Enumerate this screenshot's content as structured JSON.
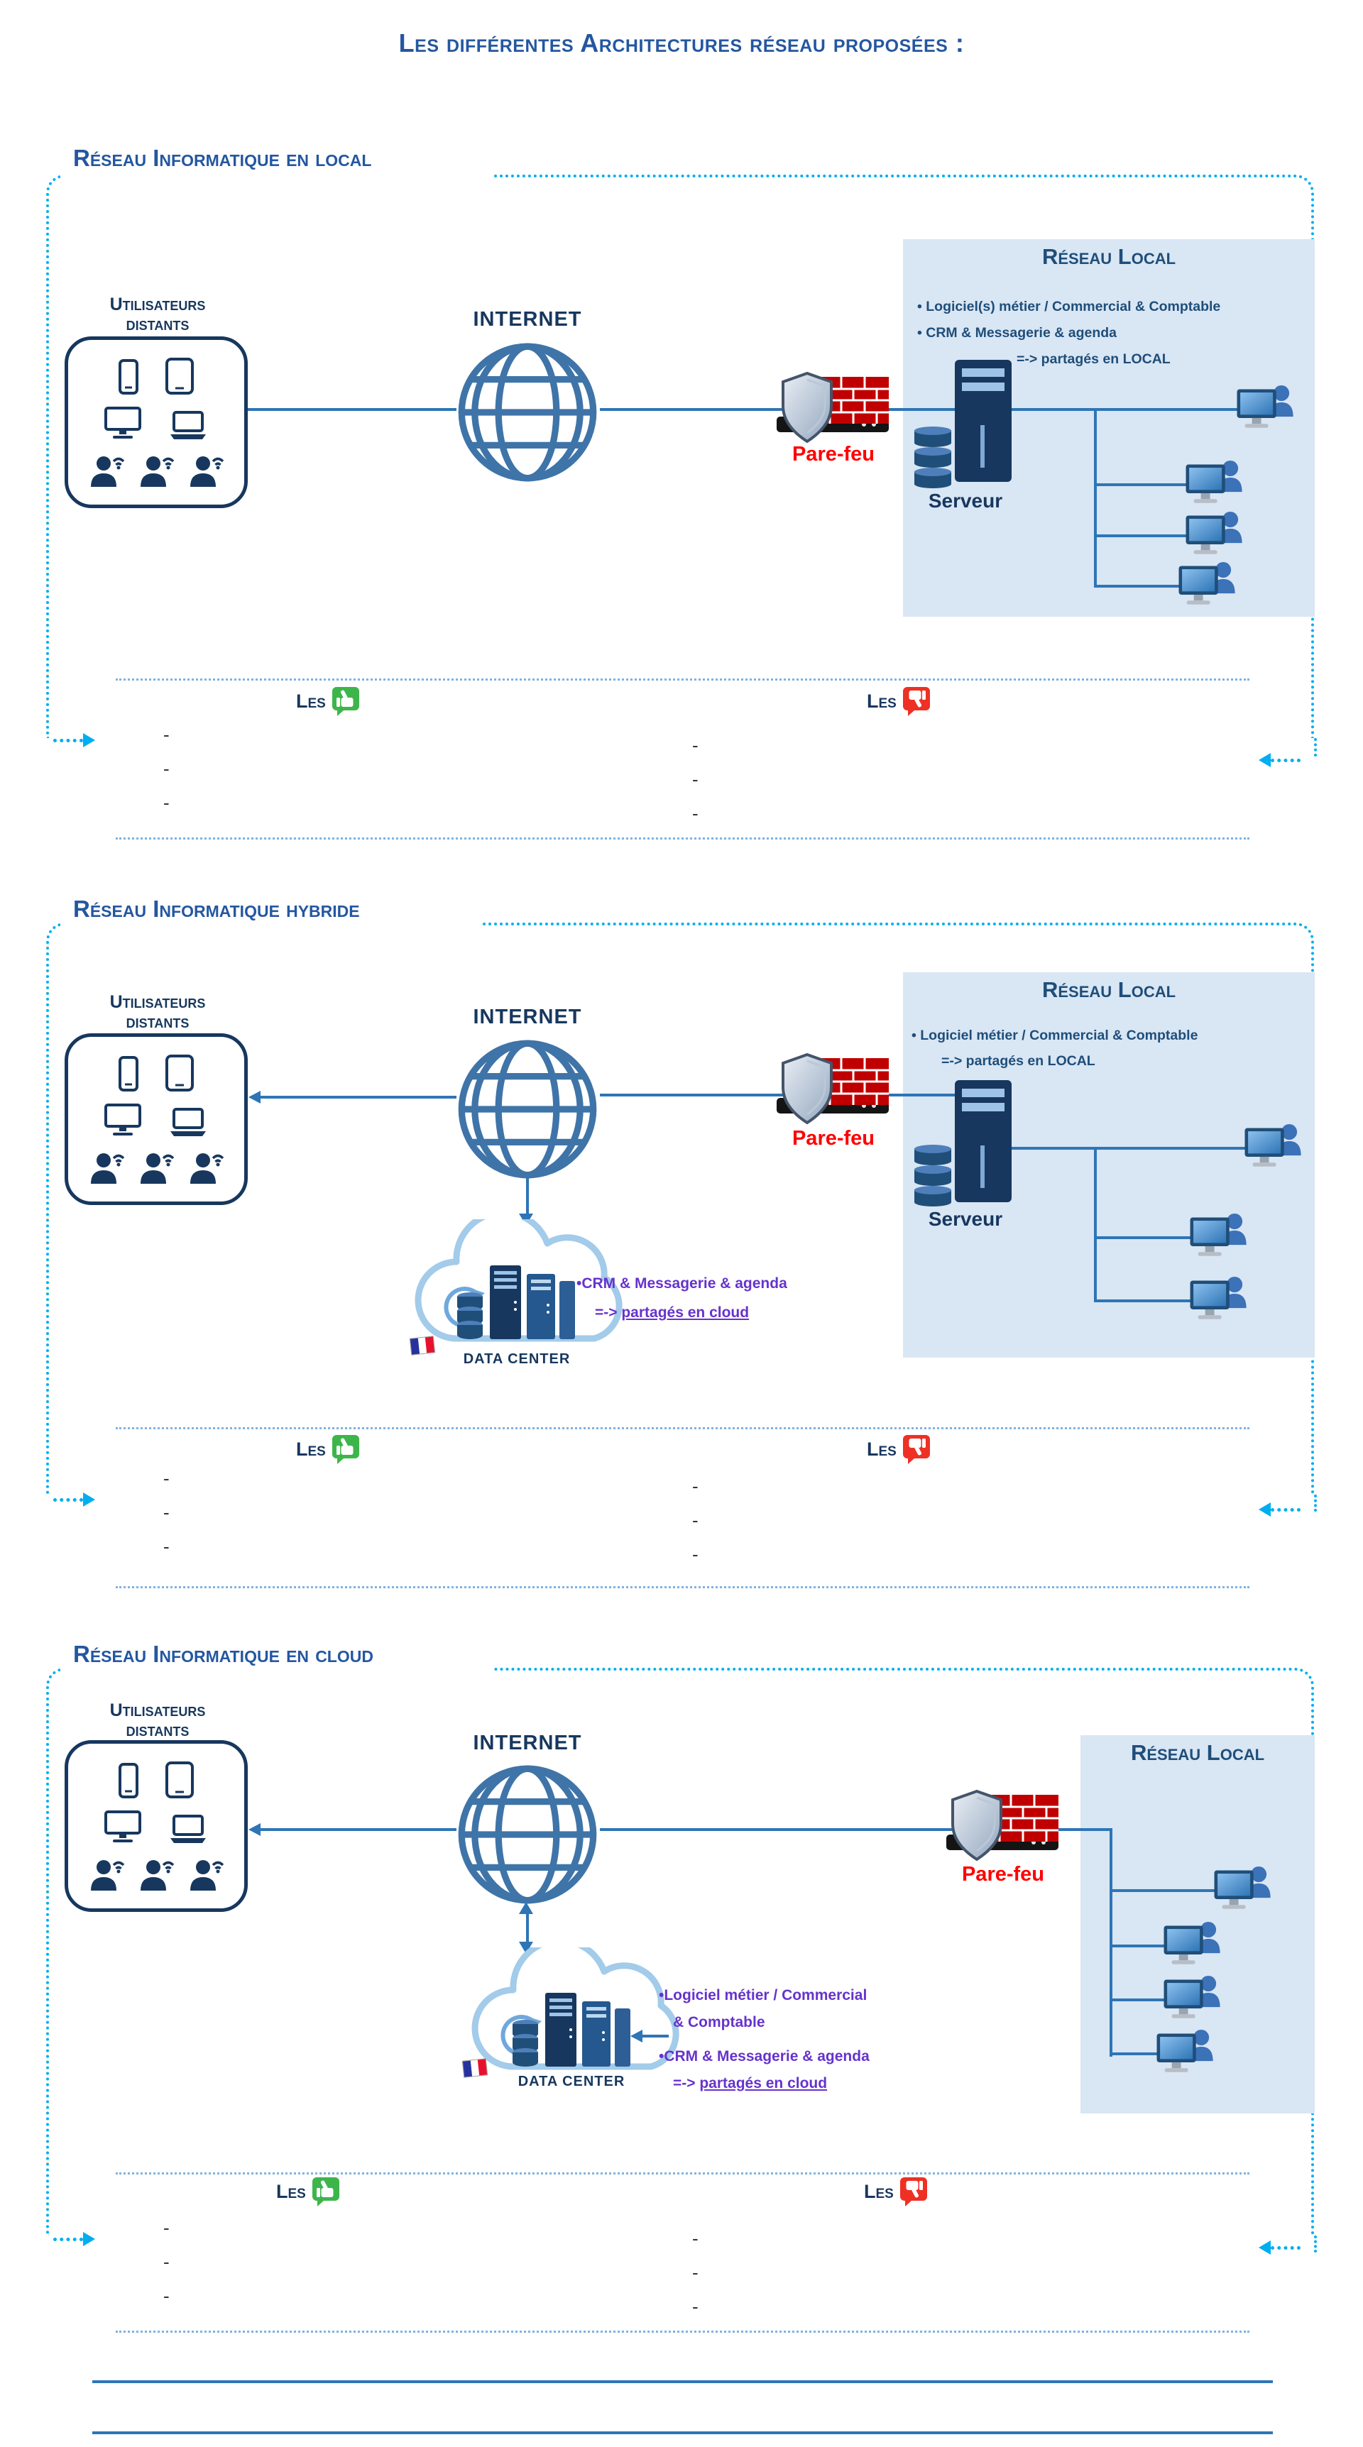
{
  "page": {
    "title": "Les différentes Architectures réseau proposées :"
  },
  "colors": {
    "heading_blue": "#2457A0",
    "dark_navy": "#17375E",
    "steel_blue": "#2E75B6",
    "cyan_dotted_border": "#00AEEF",
    "light_blue_panel": "#D9E6F4",
    "firewall_red": "#FF0000",
    "brick_red": "#C00000",
    "purple_link": "#6633CC",
    "thumbs_up_green": "#3DB54A",
    "thumbs_down_red": "#EE3124"
  },
  "sections": [
    {
      "title": "Réseau Informatique en local",
      "remote_users": {
        "line1": "Utilisateurs",
        "line2": "distants"
      },
      "internet_label": "INTERNET",
      "firewall_label": "Pare-feu",
      "local_network": {
        "title": "Réseau Local",
        "bullet1": "• Logiciel(s) métier / Commercial & Comptable",
        "bullet2": "• CRM & Messagerie & agenda",
        "note": "=-> partagés en LOCAL",
        "server_label": "Serveur"
      },
      "pros_label": "Les",
      "cons_label": "Les",
      "pros_items": [
        "-",
        "-",
        "-"
      ],
      "cons_items": [
        "-",
        "-",
        "-"
      ]
    },
    {
      "title": "Réseau Informatique hybride",
      "remote_users": {
        "line1": "Utilisateurs",
        "line2": "distants"
      },
      "internet_label": "INTERNET",
      "firewall_label": "Pare-feu",
      "data_center": {
        "label": "DATA CENTER",
        "bullet1": "•CRM & Messagerie & agenda",
        "note_prefix": "=-> ",
        "note_link": "partagés en cloud"
      },
      "local_network": {
        "title": "Réseau Local",
        "bullet1": "• Logiciel métier / Commercial & Comptable",
        "note": "=-> partagés en LOCAL",
        "server_label": "Serveur"
      },
      "pros_label": "Les",
      "cons_label": "Les",
      "pros_items": [
        "-",
        "-",
        "-"
      ],
      "cons_items": [
        "-",
        "-",
        "-"
      ]
    },
    {
      "title": "Réseau Informatique en cloud",
      "remote_users": {
        "line1": "Utilisateurs",
        "line2": "distants"
      },
      "internet_label": "INTERNET",
      "firewall_label": "Pare-feu",
      "data_center": {
        "label": "DATA CENTER",
        "bullet1_line1": "•Logiciel métier / Commercial",
        "bullet1_line2": "& Comptable",
        "bullet2": "•CRM & Messagerie & agenda",
        "note_prefix": "=-> ",
        "note_link": "partagés en cloud"
      },
      "local_network": {
        "title": "Réseau Local"
      },
      "pros_label": "Les",
      "cons_label": "Les",
      "pros_items": [
        "-",
        "-",
        "-"
      ],
      "cons_items": [
        "-",
        "-",
        "-"
      ]
    }
  ]
}
